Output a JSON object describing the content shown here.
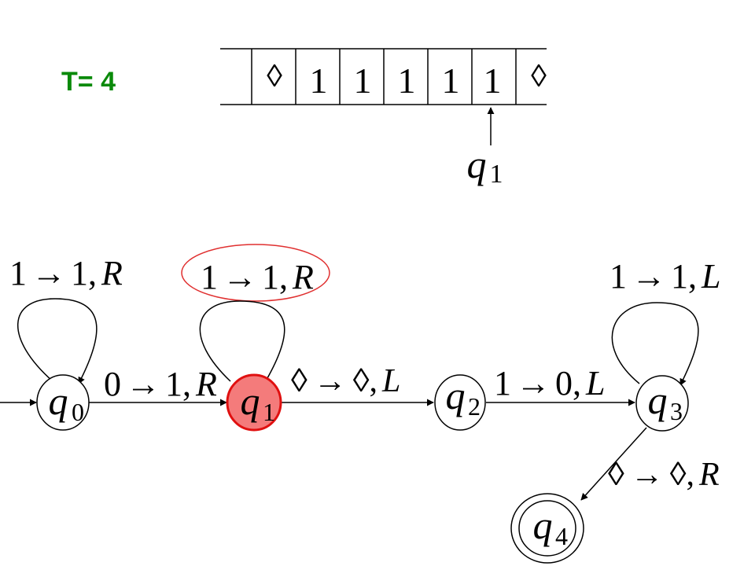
{
  "time_label": "T= 4",
  "colors": {
    "time_label": "#0a8a0a",
    "active_state_fill": "#f47b7b",
    "active_state_stroke": "#e01010",
    "highlight_ellipse": "#e03030",
    "line": "#000000"
  },
  "tape": {
    "cells": [
      "",
      "◊",
      "1",
      "1",
      "1",
      "1",
      "1",
      "◊"
    ],
    "head_state": "q",
    "head_state_sub": "1"
  },
  "states": [
    {
      "id": "q0",
      "letter": "q",
      "sub": "0",
      "active": false,
      "accepting": false
    },
    {
      "id": "q1",
      "letter": "q",
      "sub": "1",
      "active": true,
      "accepting": false
    },
    {
      "id": "q2",
      "letter": "q",
      "sub": "2",
      "active": false,
      "accepting": false
    },
    {
      "id": "q3",
      "letter": "q",
      "sub": "3",
      "active": false,
      "accepting": false
    },
    {
      "id": "q4",
      "letter": "q",
      "sub": "4",
      "active": false,
      "accepting": true
    }
  ],
  "transitions": {
    "q0_loop": {
      "read": "1",
      "arrow": "→",
      "write": "1,",
      "move": "R"
    },
    "q1_loop": {
      "read": "1",
      "arrow": "→",
      "write": "1,",
      "move": "R"
    },
    "q3_loop": {
      "read": "1",
      "arrow": "→",
      "write": "1,",
      "move": "L"
    },
    "q0_q1": {
      "read": "0",
      "arrow": "→",
      "write": "1,",
      "move": "R"
    },
    "q1_q2": {
      "read": "◊",
      "arrow": "→",
      "write": "◊,",
      "move": "L"
    },
    "q2_q3": {
      "read": "1",
      "arrow": "→",
      "write": "0,",
      "move": "L"
    },
    "q3_q4": {
      "read": "◊",
      "arrow": "→",
      "write": "◊,",
      "move": "R"
    }
  }
}
